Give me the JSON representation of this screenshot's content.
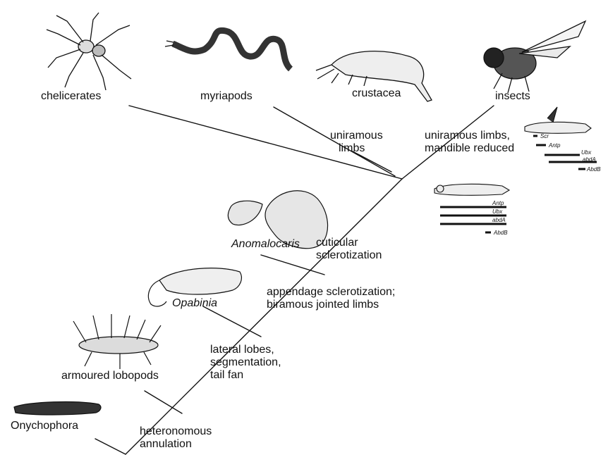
{
  "taxa": {
    "chelicerates": "chelicerates",
    "myriapods": "myriapods",
    "crustacea": "crustacea",
    "insects": "insects",
    "anomalocaris": "Anomalocaris",
    "opabinia": "Opabinia",
    "armoured_lobopods": "armoured lobopods",
    "onychophora": "Onychophora"
  },
  "characters": {
    "uniramous_limbs": [
      "uniramous",
      "limbs"
    ],
    "uniramous_mandible": [
      "uniramous limbs,",
      "mandible reduced"
    ],
    "cuticular": [
      "cuticular",
      "sclerotization"
    ],
    "appendage": [
      "appendage sclerotization;",
      "biramous jointed limbs"
    ],
    "lateral": [
      "lateral lobes,",
      "segmentation,",
      "tail fan"
    ],
    "heteronomous": [
      "heteronomous",
      "annulation"
    ]
  },
  "hox_insect": [
    "Scr",
    "Antp",
    "Ubx",
    "abdA",
    "AbdB"
  ],
  "hox_ancestor": [
    "Antp",
    "Ubx",
    "abdA",
    "AbdB"
  ],
  "colors": {
    "ink": "#111111",
    "background": "#ffffff"
  }
}
